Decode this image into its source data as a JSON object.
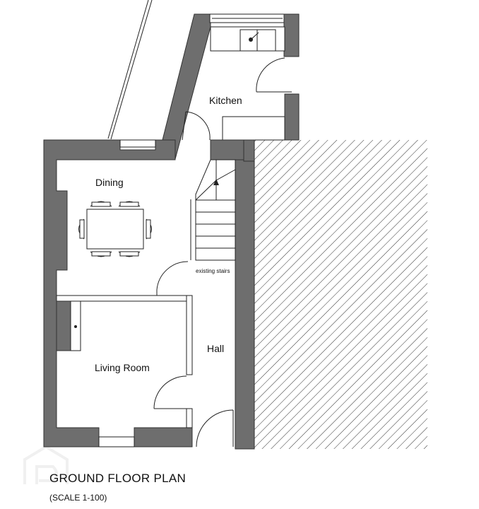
{
  "rooms": {
    "kitchen": "Kitchen",
    "dining": "Dining",
    "living_room": "Living Room",
    "hall": "Hall",
    "stairs": "existing stairs"
  },
  "title": "GROUND FLOOR PLAN",
  "scale": "(SCALE 1-100)",
  "colors": {
    "wall": "#6e6e6e",
    "hatch": "#333333"
  }
}
